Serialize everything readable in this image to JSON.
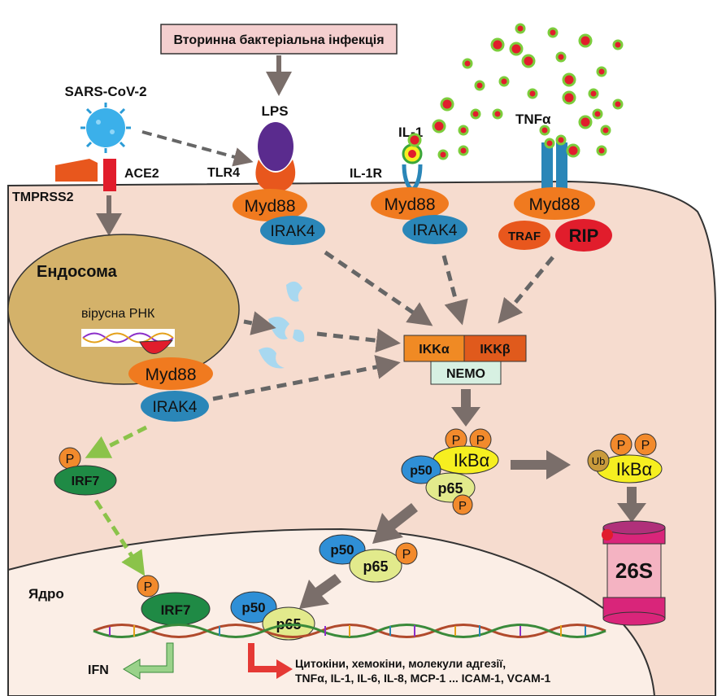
{
  "colors": {
    "cell": "#f6dccf",
    "nucleus": "#fbeee6",
    "endosome": "#d4b26a",
    "myd88": "#f07a1f",
    "irak4": "#2a86b8",
    "ikka": "#f08a24",
    "ikkb": "#e05a1c",
    "nemo": "#d7f0e2",
    "ikba": "#f6ef20",
    "p50": "#2f8fd6",
    "p65": "#e2ea8c",
    "phospho": "#f28a2c",
    "irf7": "#1f8a45",
    "proteasome": "#d9257a",
    "arrow": "#7a6e6a",
    "green_arrow": "#8bc34a",
    "red_arrow": "#e53935"
  },
  "top_box": "Вторинна бактеріальна інфекція",
  "labels": {
    "virus": "SARS-CoV-2",
    "ace2": "ACE2",
    "tmprss2": "TMPRSS2",
    "lps": "LPS",
    "tlr4": "TLR4",
    "il1": "IL-1",
    "il1r": "IL-1R",
    "tnfa": "TNFα",
    "endosome": "Ендосома",
    "viral_rna": "вірусна РНК",
    "nucleus": "Ядро",
    "ifn": "IFN",
    "output_line1": "Цитокіни, хемокіни, молекули адгезії,",
    "output_line2": "TNFα, IL-1, IL-6, IL-8, MCP-1 ... ICAM-1, VCAM-1"
  },
  "proteins": {
    "myd88": "Myd88",
    "irak4": "IRAK4",
    "traf": "TRAF",
    "rip": "RIP",
    "ikka": "IKKα",
    "ikkb": "IKKβ",
    "nemo": "NEMO",
    "ikba": "IkBα",
    "p50": "p50",
    "p65": "p65",
    "p": "P",
    "ub": "Ub",
    "irf7": "IRF7",
    "proteasome": "26S"
  }
}
